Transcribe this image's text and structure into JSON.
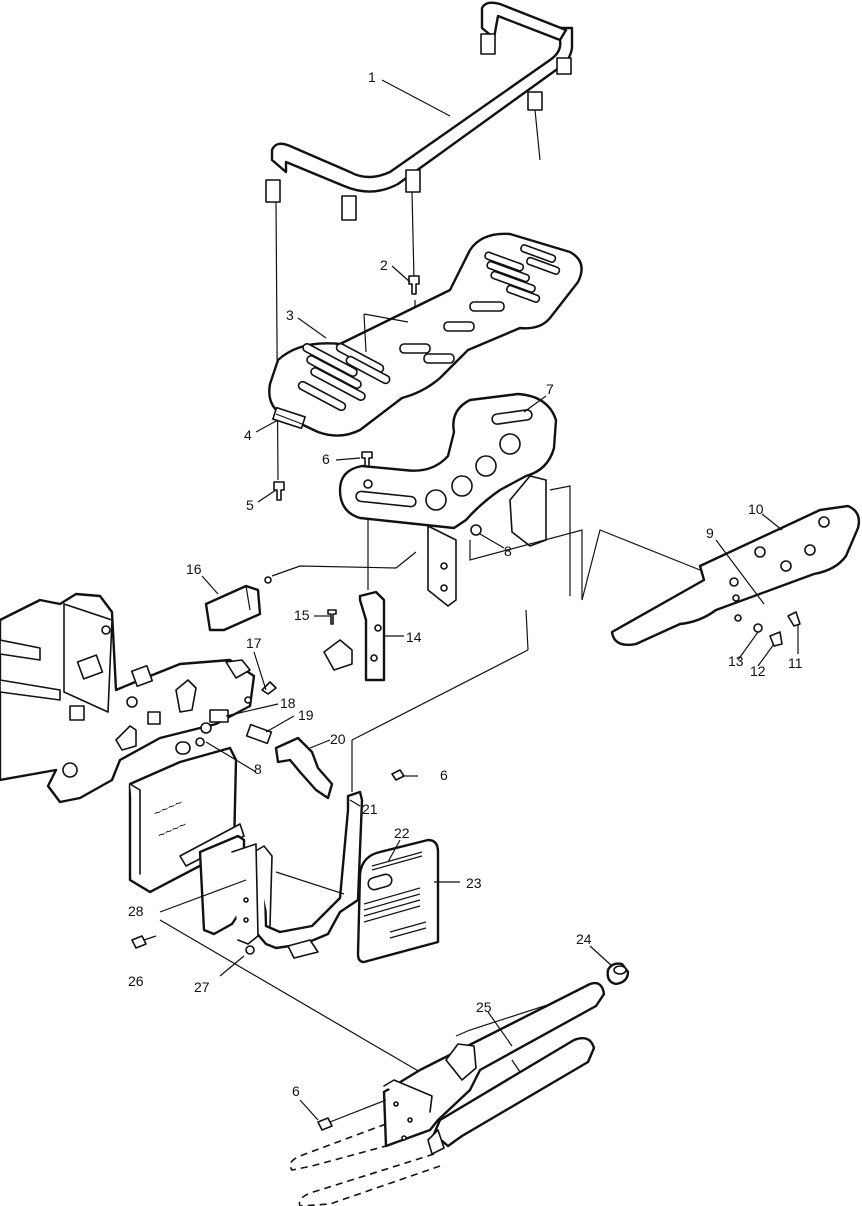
{
  "diagram": {
    "style": "exploded parts diagram, black line art on white",
    "colors": {
      "line": "#111111",
      "background": "#ffffff"
    },
    "callouts": {
      "c1": "1",
      "c2": "2",
      "c3": "3",
      "c4": "4",
      "c5": "5",
      "c6a": "6",
      "c6b": "6",
      "c6c": "6",
      "c7": "7",
      "c8a": "8",
      "c8b": "8",
      "c9": "9",
      "c10": "10",
      "c11": "11",
      "c12": "12",
      "c13": "13",
      "c14": "14",
      "c15": "15",
      "c16": "16",
      "c17": "17",
      "c18": "18",
      "c19": "19",
      "c20": "20",
      "c21": "21",
      "c22": "22",
      "c23": "23",
      "c24": "24",
      "c25": "25",
      "c26": "26",
      "c27": "27",
      "c28": "28"
    }
  }
}
